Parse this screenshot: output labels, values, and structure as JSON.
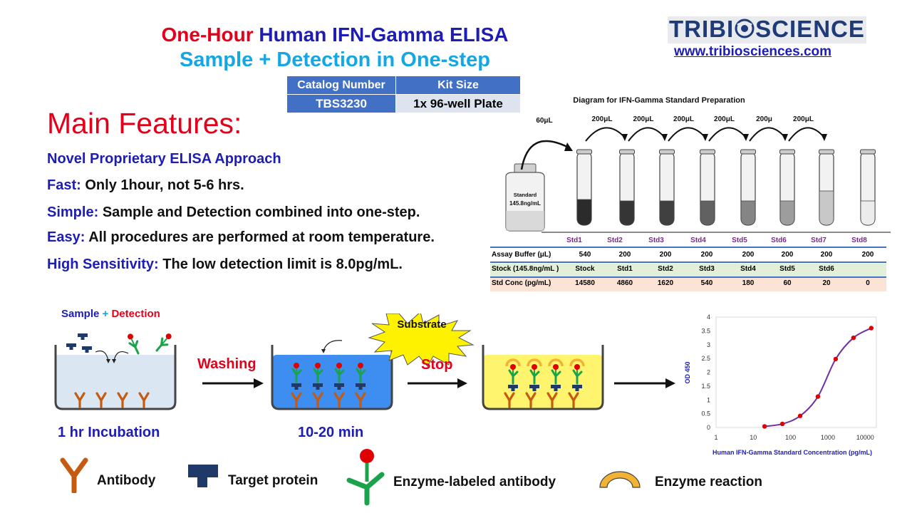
{
  "header": {
    "title_part1": "One-Hour",
    "title_part2": "Human IFN-Gamma ELISA",
    "subtitle": "Sample + Detection in One-step"
  },
  "catalog_table": {
    "headers": [
      "Catalog Number",
      "Kit Size"
    ],
    "values": [
      "TBS3230",
      "1x 96-well Plate"
    ]
  },
  "brand": {
    "logo_left": "TRIBI",
    "logo_right": "SCIENCE",
    "url": "www.tribiosciences.com"
  },
  "features": {
    "heading": "Main Features:",
    "items": [
      {
        "key": "Novel Proprietary ELISA Approach",
        "text": ""
      },
      {
        "key": "Fast:",
        "text": "Only 1hour,  not 5-6 hrs."
      },
      {
        "key": "Simple:",
        "text": "Sample and Detection combined into one-step."
      },
      {
        "key": "Easy:",
        "text": "All procedures are performed at room temperature."
      },
      {
        "key": "High Sensitivity:",
        "text": "The low detection limit is 8.0pg/mL."
      }
    ]
  },
  "dilution_diagram": {
    "title": "Diagram for IFN-Gamma Standard Preparation",
    "first_transfer": "60μL",
    "transfers": [
      "200μL",
      "200μL",
      "200μL",
      "200μL",
      "200μ",
      "200μL"
    ],
    "stock_bottle": {
      "line1": "Standard",
      "line2": "145.8ng/mL"
    },
    "std_names": [
      "Std1",
      "Std2",
      "Std3",
      "Std4",
      "Std5",
      "Std6",
      "Std7",
      "Std8"
    ],
    "rows": [
      {
        "label": "Assay Buffer (μL)",
        "values": [
          "540",
          "200",
          "200",
          "200",
          "200",
          "200",
          "200",
          "200"
        ]
      },
      {
        "label": "Stock (145.8ng/mL )",
        "values": [
          "Stock",
          "Std1",
          "Std2",
          "Std3",
          "Std4",
          "Std5",
          "Std6",
          ""
        ]
      },
      {
        "label": "Std Conc (pg/mL)",
        "values": [
          "14580",
          "4860",
          "1620",
          "540",
          "180",
          "60",
          "20",
          "0"
        ]
      }
    ],
    "liquid_shades": [
      "#2b2b2b",
      "#353535",
      "#404040",
      "#616161",
      "#858585",
      "#9d9d9d",
      "#c8c8c8",
      "#ececec"
    ],
    "row_colors": {
      "row1": "#ffffff",
      "row2": "#e3f0d9",
      "row3": "#fbe3d6",
      "std_name": "#7a2a8c",
      "divider": "#4472c4"
    }
  },
  "workflow": {
    "sample_label": "Sample",
    "plus": "+",
    "detection_label": "Detection",
    "washing": "Washing",
    "stop": "Stop",
    "substrate": "Substrate",
    "time1": "1 hr Incubation",
    "time2": "10-20 min"
  },
  "legend": {
    "antibody": "Antibody",
    "target": "Target protein",
    "enzyme_ab": "Enzyme-labeled antibody",
    "enzyme_reaction": "Enzyme reaction"
  },
  "colors": {
    "red": "#e4001b",
    "blue": "#1d1db5",
    "cyan": "#15a6e4",
    "antibody": "#c55a11",
    "target": "#1f3a68",
    "green": "#1aa34a",
    "well_blue": "#3d8ef0",
    "well_yellow": "#fff46e",
    "enzyme_arc": "#f2b233"
  },
  "chart_data": {
    "type": "scatter",
    "title": "",
    "xlabel": "Human IFN-Gamma Standard Concentration (pg/mL)",
    "ylabel": "OD 450",
    "xscale": "log",
    "xlim": [
      1,
      20000
    ],
    "ylim": [
      0,
      4
    ],
    "x_ticks": [
      "1",
      "10",
      "100",
      "1000",
      "10000"
    ],
    "y_ticks": [
      "0",
      "0.5",
      "1",
      "1.5",
      "2",
      "2.5",
      "3",
      "3.5",
      "4"
    ],
    "x": [
      20,
      60,
      180,
      540,
      1620,
      4860,
      14580
    ],
    "y": [
      0.04,
      0.13,
      0.42,
      1.12,
      2.48,
      3.25,
      3.6
    ],
    "grid": false,
    "legend": "none",
    "curve_color": "#7030a0",
    "point_color": "#e00000"
  }
}
